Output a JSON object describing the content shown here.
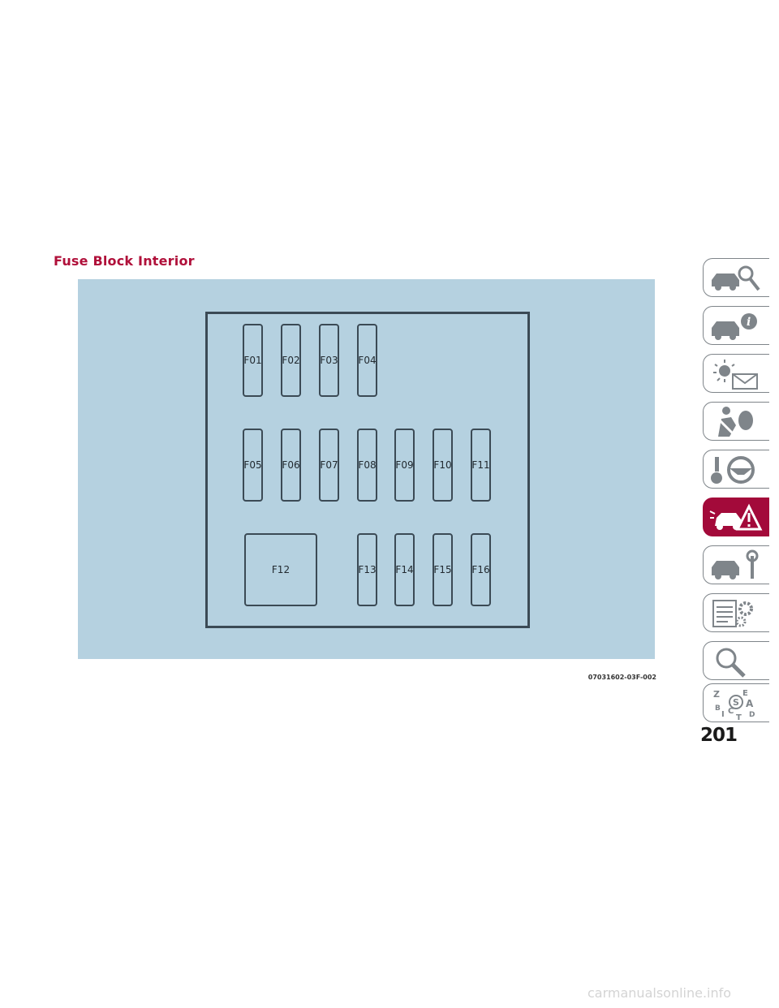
{
  "page": {
    "title": "Fuse Block Interior",
    "figure_code": "07031602-03F-002",
    "page_number": "201",
    "watermark": "carmanualsonline.info"
  },
  "fuses": {
    "f01": "F01",
    "f02": "F02",
    "f03": "F03",
    "f04": "F04",
    "f05": "F05",
    "f06": "F06",
    "f07": "F07",
    "f08": "F08",
    "f09": "F09",
    "f10": "F10",
    "f11": "F11",
    "f12": "F12",
    "f13": "F13",
    "f14": "F14",
    "f15": "F15",
    "f16": "F16"
  },
  "tabs": {
    "index_letters": {
      "z": "Z",
      "e": "E",
      "s": "S",
      "a": "A",
      "b": "B",
      "i": "I",
      "c": "C",
      "d": "D",
      "t": "T"
    }
  },
  "colors": {
    "accent": "#a30a3a",
    "title": "#b0103a",
    "figure_background": "#b5d1e0",
    "fuse_outline": "#3b4a55"
  }
}
